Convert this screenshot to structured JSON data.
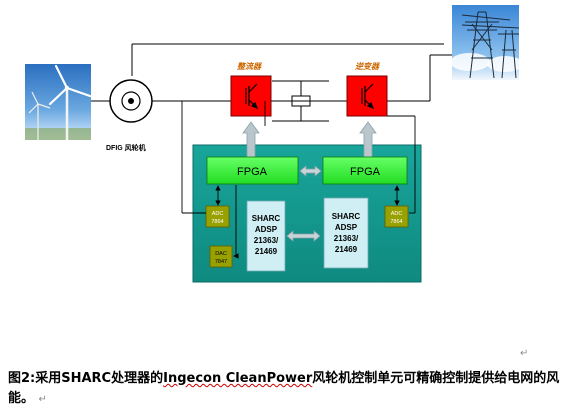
{
  "diagram": {
    "generator_label": "DFIG 风轮机",
    "rectifier_label": "整流器",
    "inverter_label": "逆变器",
    "fpga_left": "FPGA",
    "fpga_right": "FPGA",
    "adc_left": [
      "ADC",
      "7864"
    ],
    "adc_right": [
      "ADC",
      "7864"
    ],
    "dac": [
      "DAC",
      "7847"
    ],
    "dsp_left": [
      "SHARC",
      "ADSP",
      "21363/",
      "21469"
    ],
    "dsp_right": [
      "SHARC",
      "ADSP",
      "21363/",
      "21469"
    ]
  },
  "caption": {
    "prefix": "图2:采用SHARC处理器的",
    "brand": "Ingecon CleanPower",
    "suffix": "风轮机控制单元可精确控制提供给电网的风能。",
    "pilcrow": "↵"
  },
  "colors": {
    "converter_red": "#ff0000",
    "control_board_teal": "#14998f",
    "fpga_green": "#33ff33",
    "adc_olive": "#99a100",
    "dsp_light_cyan": "#cfeff4",
    "label_orange": "#cc6600",
    "sky_blue": "#2f7fc8"
  },
  "icons": {
    "wind_turbine": "wind-turbine-photo-icon",
    "power_tower": "transmission-tower-photo-icon",
    "igbt_switch": "transistor-switch-icon",
    "capacitor": "capacitor-icon",
    "bidirectional_arrow": "double-arrow-icon"
  }
}
